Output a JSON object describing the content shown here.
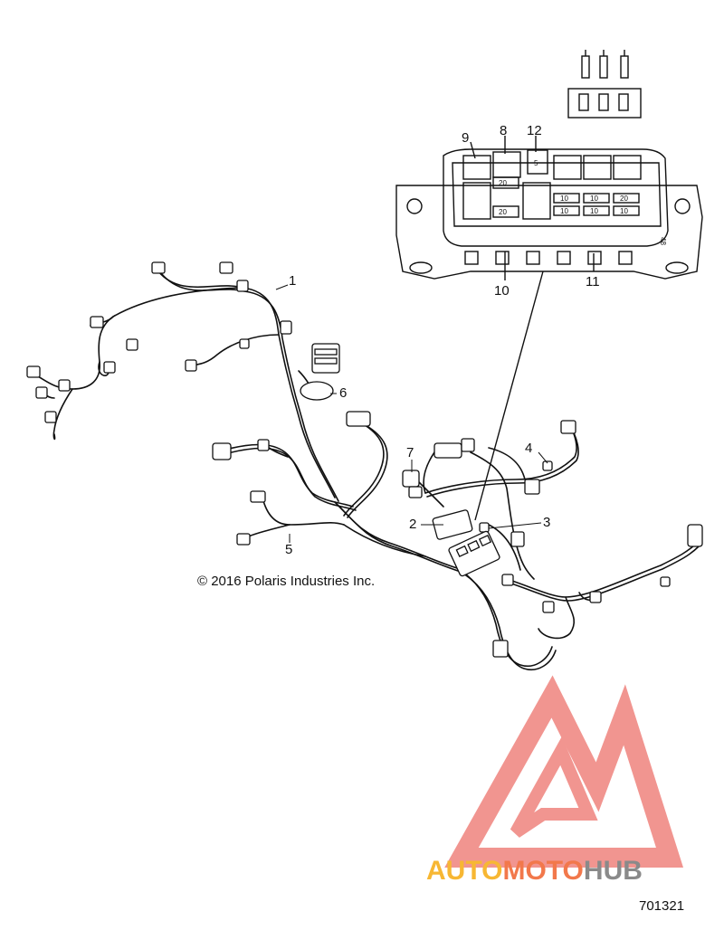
{
  "callouts": {
    "c1": "1",
    "c2": "2",
    "c3": "3",
    "c4": "4",
    "c5": "5",
    "c6": "6",
    "c7": "7",
    "c8": "8",
    "c9": "9",
    "c10": "10",
    "c11": "11",
    "c12": "12"
  },
  "fuse_values": {
    "f_20_a": "20",
    "f_20_b": "20",
    "f_10_a": "10",
    "f_10_b": "10",
    "f_20_c": "20",
    "f_10_c": "10",
    "f_10_d": "10",
    "f_10_e": "10",
    "f_5": "5",
    "side_48": "48"
  },
  "copyright": "© 2016 Polaris Industries Inc.",
  "diagram_id": "701321",
  "logo": {
    "part1": "AUTO",
    "part2": "MOTO",
    "part3": "HUB",
    "color1": "#f7b733",
    "color2": "#f2784b",
    "color3": "#8a8a8a",
    "triangle_color": "#f08a84"
  }
}
